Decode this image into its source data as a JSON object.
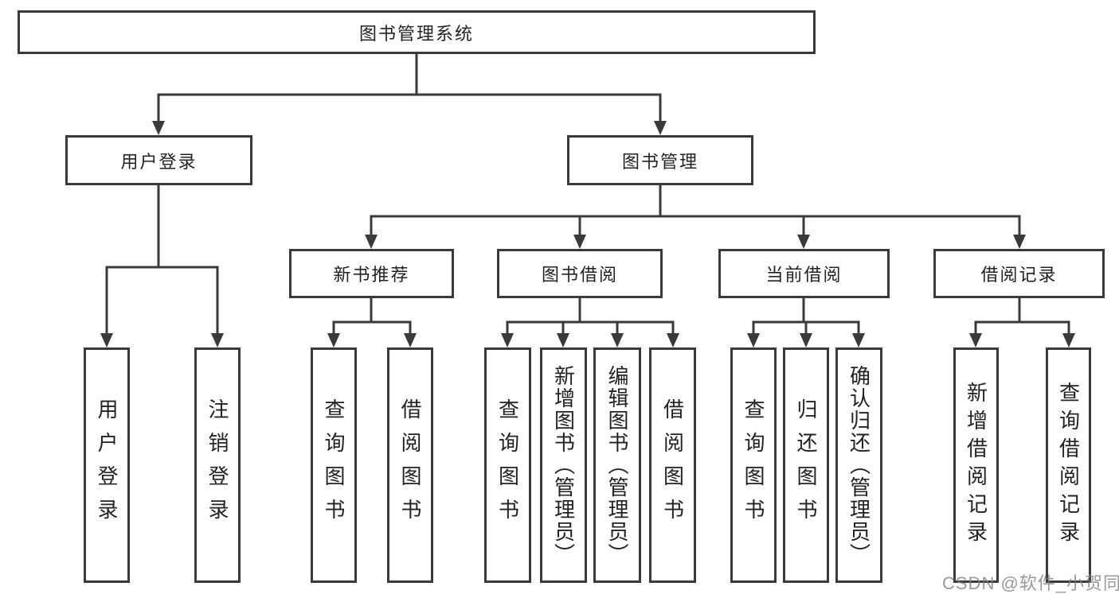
{
  "diagram_type": "hierarchy-tree",
  "tree": {
    "label": "图书管理系统",
    "children": [
      {
        "label": "用户登录",
        "children": [
          {
            "label": "用户登录"
          },
          {
            "label": "注销登录"
          }
        ]
      },
      {
        "label": "图书管理",
        "children": [
          {
            "label": "新书推荐",
            "children": [
              {
                "label": "查询图书"
              },
              {
                "label": "借阅图书"
              }
            ]
          },
          {
            "label": "图书借阅",
            "children": [
              {
                "label": "查询图书"
              },
              {
                "label": "新增图书（管理员）"
              },
              {
                "label": "编辑图书（管理员）"
              },
              {
                "label": "借阅图书"
              }
            ]
          },
          {
            "label": "当前借阅",
            "children": [
              {
                "label": "查询图书"
              },
              {
                "label": "归还图书"
              },
              {
                "label": "确认归还（管理员）"
              }
            ]
          },
          {
            "label": "借阅记录",
            "children": [
              {
                "label": "新增借阅记录"
              },
              {
                "label": "查询借阅记录"
              }
            ]
          }
        ]
      }
    ]
  },
  "watermark": "CSDN @软件_小贺同学",
  "colors": {
    "line": "#3a3a3a",
    "text": "#222222",
    "box_background": "#ffffff",
    "watermark": "#808080"
  }
}
